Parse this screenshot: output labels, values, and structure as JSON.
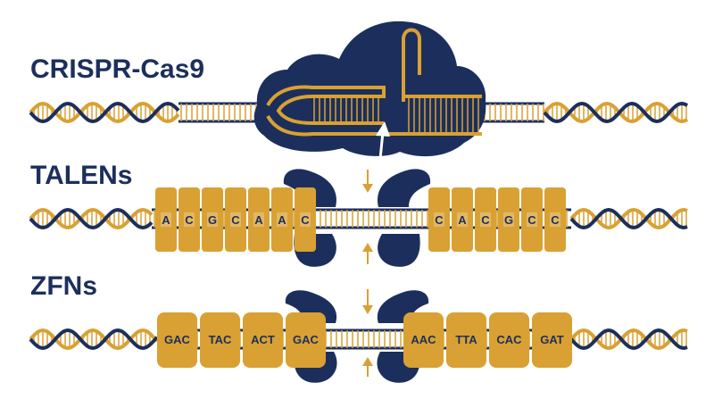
{
  "sections": {
    "crispr": {
      "title": "CRISPR-Cas9"
    },
    "talens": {
      "title": "TALENs",
      "left_tale": [
        "A",
        "C",
        "G",
        "C",
        "A",
        "A",
        "C"
      ],
      "right_tale": [
        "C",
        "A",
        "C",
        "G",
        "C",
        "C"
      ]
    },
    "zfns": {
      "title": "ZFNs",
      "left_fingers": [
        "GAC",
        "TAC",
        "ACT",
        "GAC"
      ],
      "right_fingers": [
        "AAC",
        "TTA",
        "CAC",
        "GAT"
      ]
    }
  },
  "colors": {
    "navy": "#1c2f5c",
    "gold": "#d9a133",
    "gold_dark": "#b98422",
    "background": "#ffffff"
  },
  "icons": {
    "cut_arrow": "arrow-up-icon",
    "cleave_arrow": "arrow-down-icon"
  }
}
